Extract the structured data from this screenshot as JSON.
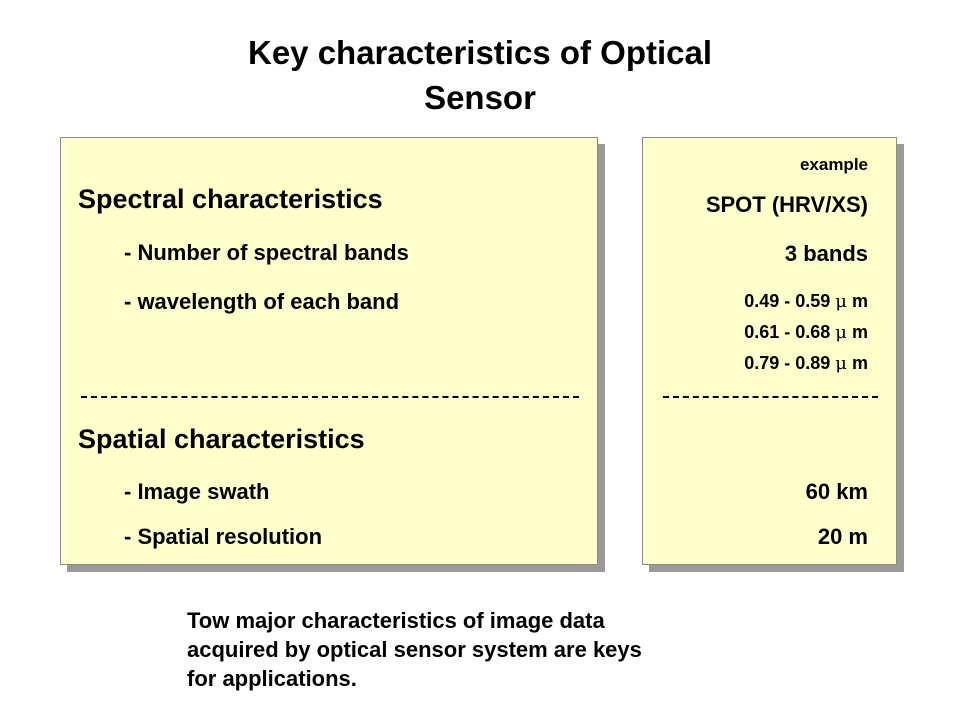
{
  "title": {
    "line1": "Key characteristics of Optical",
    "line2": "Sensor"
  },
  "left_panel": {
    "spectral_heading": "Spectral characteristics",
    "spectral_items": [
      "- Number of spectral bands",
      "- wavelength  of each band"
    ],
    "spatial_heading": "Spatial characteristics",
    "spatial_items": [
      "- Image swath",
      "- Spatial resolution"
    ]
  },
  "right_panel": {
    "example_label": "example",
    "sensor_name": "SPOT (HRV/XS)",
    "bands": "3 bands",
    "wavelengths": [
      {
        "range": "0.49 - 0.59",
        "mu": "μ",
        "unit": "m"
      },
      {
        "range": "0.61 - 0.68",
        "mu": "μ",
        "unit": "m"
      },
      {
        "range": "0.79 - 0.89",
        "mu": "μ",
        "unit": "m"
      }
    ],
    "swath": "60 km",
    "resolution": "20 m"
  },
  "note": {
    "line1": "Tow major characteristics of image data",
    "line2": "acquired by optical sensor system are keys",
    "line3": "for applications."
  }
}
